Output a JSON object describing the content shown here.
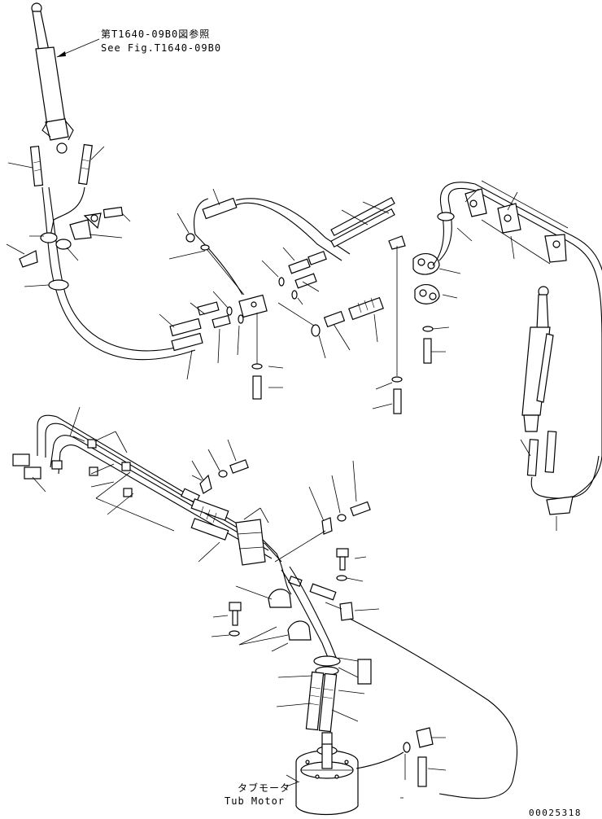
{
  "reference_note": {
    "jp": "第T1640-09B0図参照",
    "en": "See Fig.T1640-09B0"
  },
  "component_label": {
    "jp": "タブモータ",
    "en": "Tub Motor"
  },
  "drawing_number": "00025318"
}
